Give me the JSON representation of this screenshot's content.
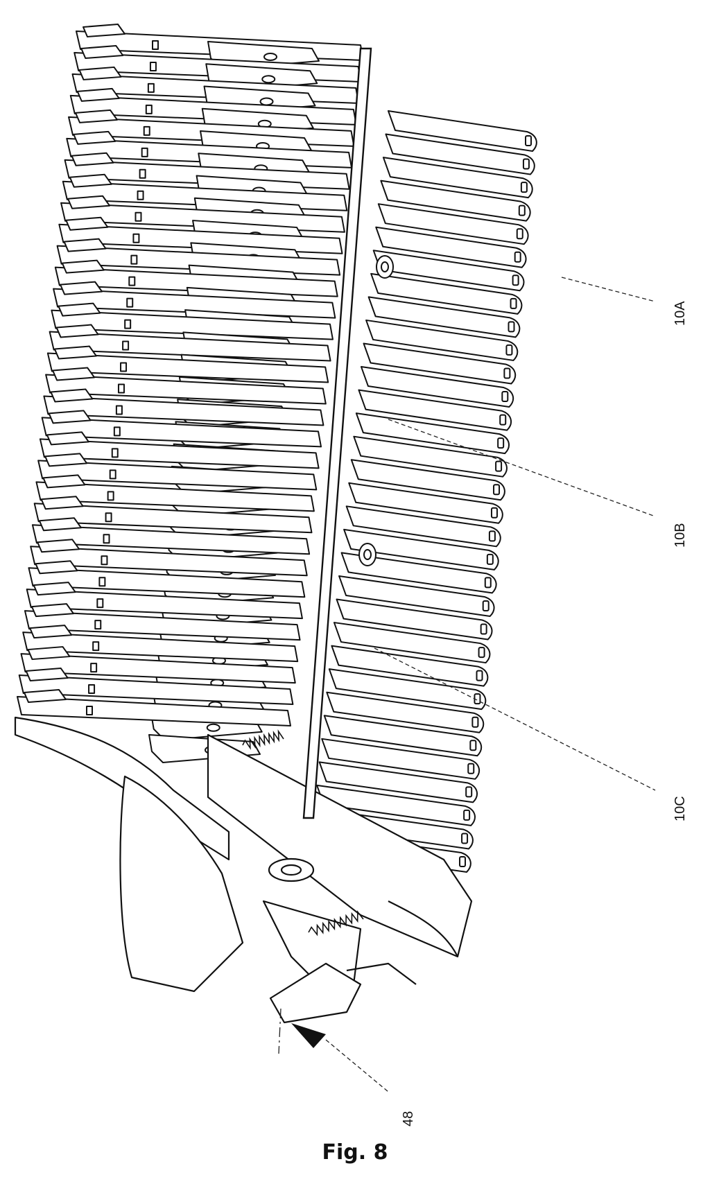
{
  "figure": {
    "caption": "Fig. 8",
    "reference_labels": {
      "label_10a": "10A",
      "label_10b": "10B",
      "label_10c": "10C",
      "label_48": "48"
    }
  },
  "style": {
    "line_color": "#111111",
    "background": "#ffffff"
  }
}
